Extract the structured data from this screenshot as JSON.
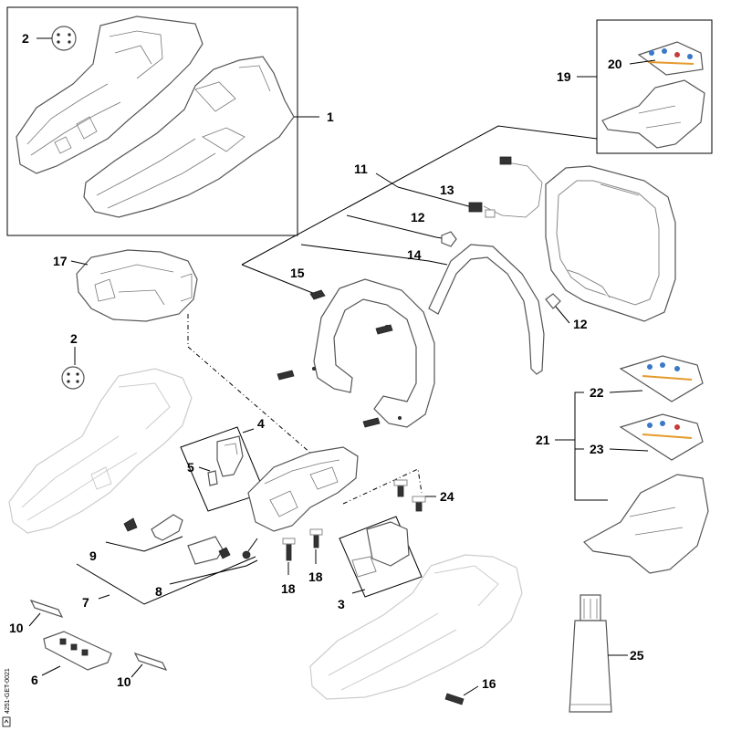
{
  "callouts": {
    "c1": "1",
    "c2a": "2",
    "c2b": "2",
    "c3": "3",
    "c4": "4",
    "c5": "5",
    "c6": "6",
    "c7": "7",
    "c8": "8",
    "c9": "9",
    "c10a": "10",
    "c10b": "10",
    "c11": "11",
    "c12a": "12",
    "c12b": "12",
    "c13": "13",
    "c14": "14",
    "c15": "15",
    "c16": "16",
    "c17": "17",
    "c18a": "18",
    "c18b": "18",
    "c19": "19",
    "c20": "20",
    "c21": "21",
    "c22": "22",
    "c23": "23",
    "c24": "24",
    "c25": "25"
  },
  "drawing_code": "4251-GET-0021",
  "icons": {
    "corner_mark": "document-corner-icon"
  },
  "colors": {
    "line": "#000000",
    "ghost": "#cccccc",
    "label_blue": "#3a78c8",
    "label_red": "#c83a3a",
    "label_orange": "#e59a2c"
  }
}
